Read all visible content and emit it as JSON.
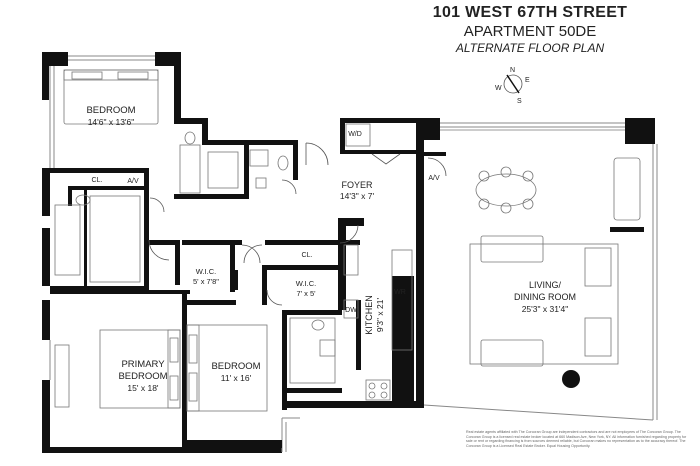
{
  "header": {
    "address": "101 WEST 67TH STREET",
    "apartment": "APARTMENT 50DE",
    "subtitle": "ALTERNATE FLOOR PLAN"
  },
  "compass": {
    "n": "N",
    "e": "E",
    "s": "S",
    "w": "W"
  },
  "rooms": {
    "bedroom1": {
      "name": "BEDROOM",
      "dims": "14'6\" x 13'6\""
    },
    "foyer": {
      "name": "FOYER",
      "dims": "14'3\" x 7'"
    },
    "wic1": {
      "name": "W.I.C.",
      "dims": "5' x 7'8\""
    },
    "wic2": {
      "name": "W.I.C.",
      "dims": "7' x 5'"
    },
    "kitchen": {
      "name": "KITCHEN",
      "dims": "9'3\" x 21'"
    },
    "living": {
      "name": "LIVING/",
      "name2": "DINING ROOM",
      "dims": "25'3\" x 31'4\""
    },
    "primary": {
      "name": "PRIMARY",
      "name2": "BEDROOM",
      "dims": "15' x 18'"
    },
    "bedroom2": {
      "name": "BEDROOM",
      "dims": "11' x 16'"
    }
  },
  "small_labels": {
    "wd": "W/D",
    "av_top": "A/V",
    "av_right": "A/V",
    "cl_top": "CL.",
    "cl_mid": "CL.",
    "dw": "DW",
    "wr": "WR"
  },
  "disclaimer": "Real estate agents affiliated with The Corcoran Group are independent contractors and are not employees of The Corcoran Group. The Corcoran Group is a licensed real estate broker located at 660 Madison Ave, New York, NY. All information furnished regarding property for sale or rent or regarding financing is from sources deemed reliable, but Corcoran makes no representation as to the accuracy thereof. The Corcoran Group is a Licensed Real Estate Broker. Equal Housing Opportunity."
}
